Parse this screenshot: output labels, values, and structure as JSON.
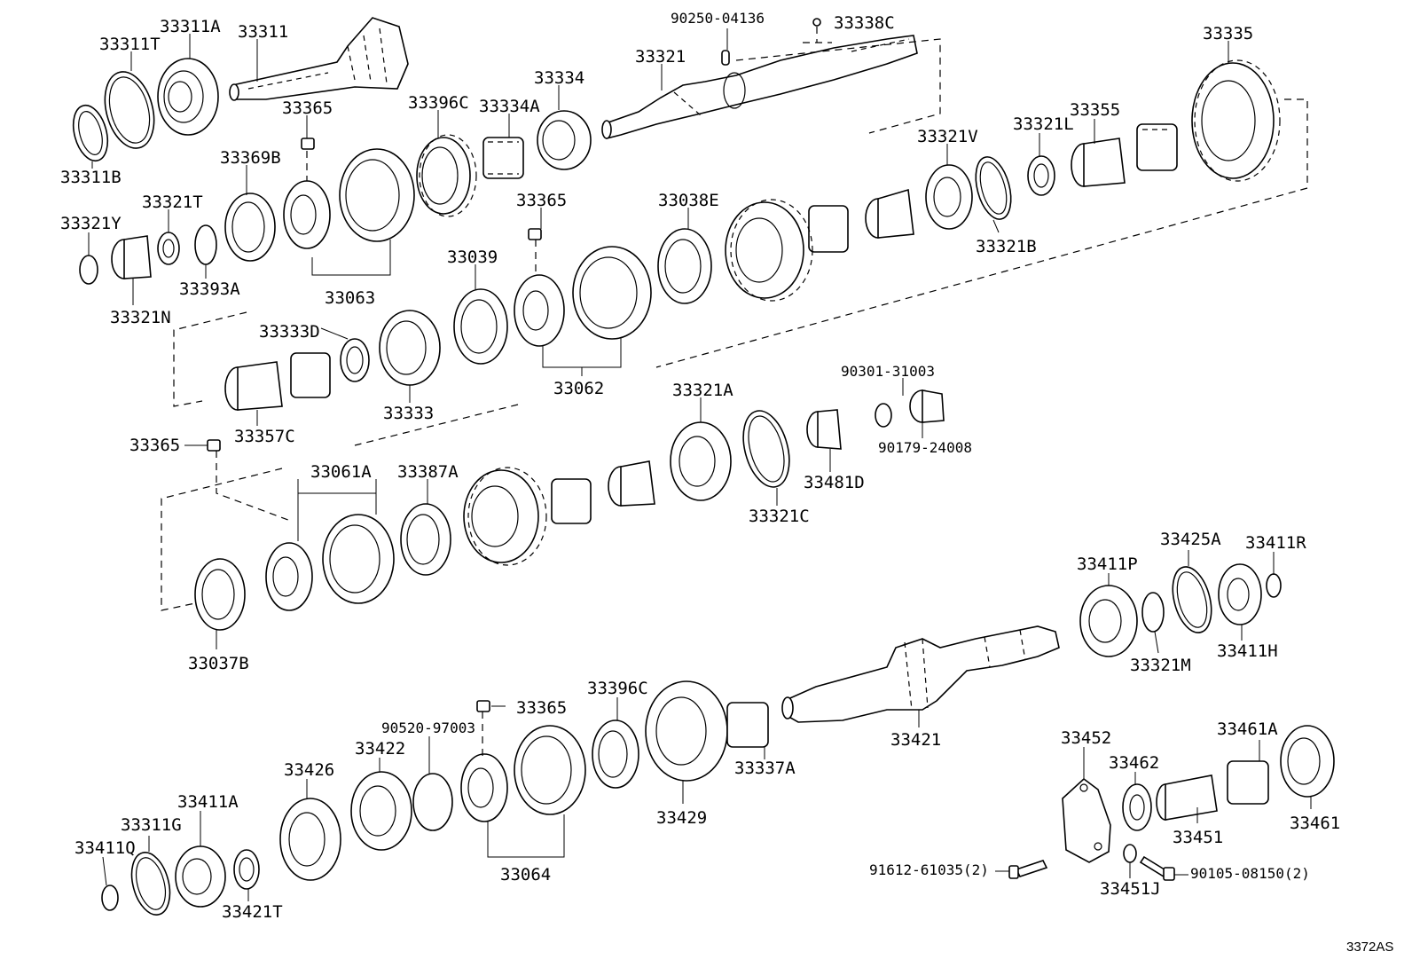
{
  "diagram": {
    "reference": "3372AS",
    "callouts": {
      "c33311T": "33311T",
      "c33311A": "33311A",
      "c33311": "33311",
      "c33311B": "33311B",
      "c90250_04136": "90250-04136",
      "c33338C": "33338C",
      "c33321": "33321",
      "c33334": "33334",
      "c33335": "33335",
      "c33365_a": "33365",
      "c33396C_a": "33396C",
      "c33334A": "33334A",
      "c33369B": "33369B",
      "c33321V": "33321V",
      "c33321L": "33321L",
      "c33355": "33355",
      "c33321Y": "33321Y",
      "c33321T": "33321T",
      "c33365_b": "33365",
      "c33038E": "33038E",
      "c33321B": "33321B",
      "c33393A": "33393A",
      "c33063": "33063",
      "c33039": "33039",
      "c33321N": "33321N",
      "c33333D": "33333D",
      "c90301_31003": "90301-31003",
      "c33062": "33062",
      "c33321A": "33321A",
      "c33333": "33333",
      "c33365_c": "33365",
      "c33357C": "33357C",
      "c90179_24008": "90179-24008",
      "c33061A": "33061A",
      "c33387A": "33387A",
      "c33481D": "33481D",
      "c33321C": "33321C",
      "c33411P": "33411P",
      "c33425A": "33425A",
      "c33411R": "33411R",
      "c33037B": "33037B",
      "c33321M": "33321M",
      "c33411H": "33411H",
      "c33396C_b": "33396C",
      "c33365_d": "33365",
      "c90520_97003": "90520-97003",
      "c33422": "33422",
      "c33426": "33426",
      "c33421": "33421",
      "c33452": "33452",
      "c33461A": "33461A",
      "c33462": "33462",
      "c33337A": "33337A",
      "c33411A": "33411A",
      "c33311G": "33311G",
      "c33411Q": "33411Q",
      "c33429": "33429",
      "c33451": "33451",
      "c33461": "33461",
      "c33064": "33064",
      "c91612_61035": "91612-61035(2)",
      "c90105_08150": "90105-08150(2)",
      "c33451J": "33451J",
      "c33421T": "33421T"
    }
  }
}
